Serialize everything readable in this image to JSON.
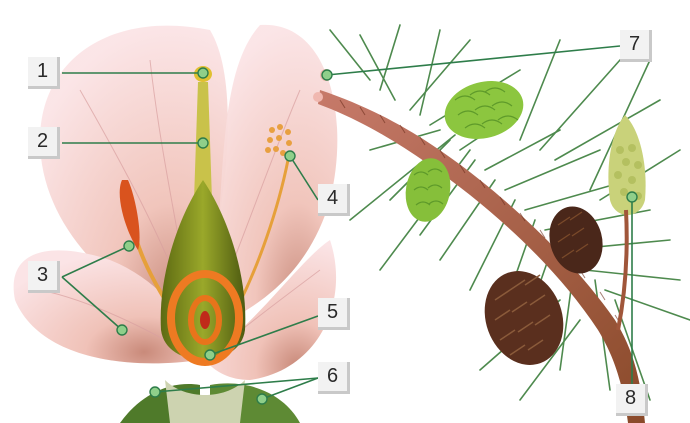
{
  "labels": {
    "n1": "1",
    "n2": "2",
    "n3": "3",
    "n4": "4",
    "n5": "5",
    "n6": "6",
    "n7": "7",
    "n8": "8"
  },
  "colors": {
    "leader_line": "#2e7d4a",
    "leader_dot": "#8fcf8a",
    "petal": "#f3c8cc",
    "pistil": "#7a8a20",
    "ovary_ring": "#e8741b",
    "cone_green": "#8cc63f",
    "cone_brown": "#5a2f1e",
    "branch": "#a0563a",
    "needles": "#4e8a4e"
  }
}
